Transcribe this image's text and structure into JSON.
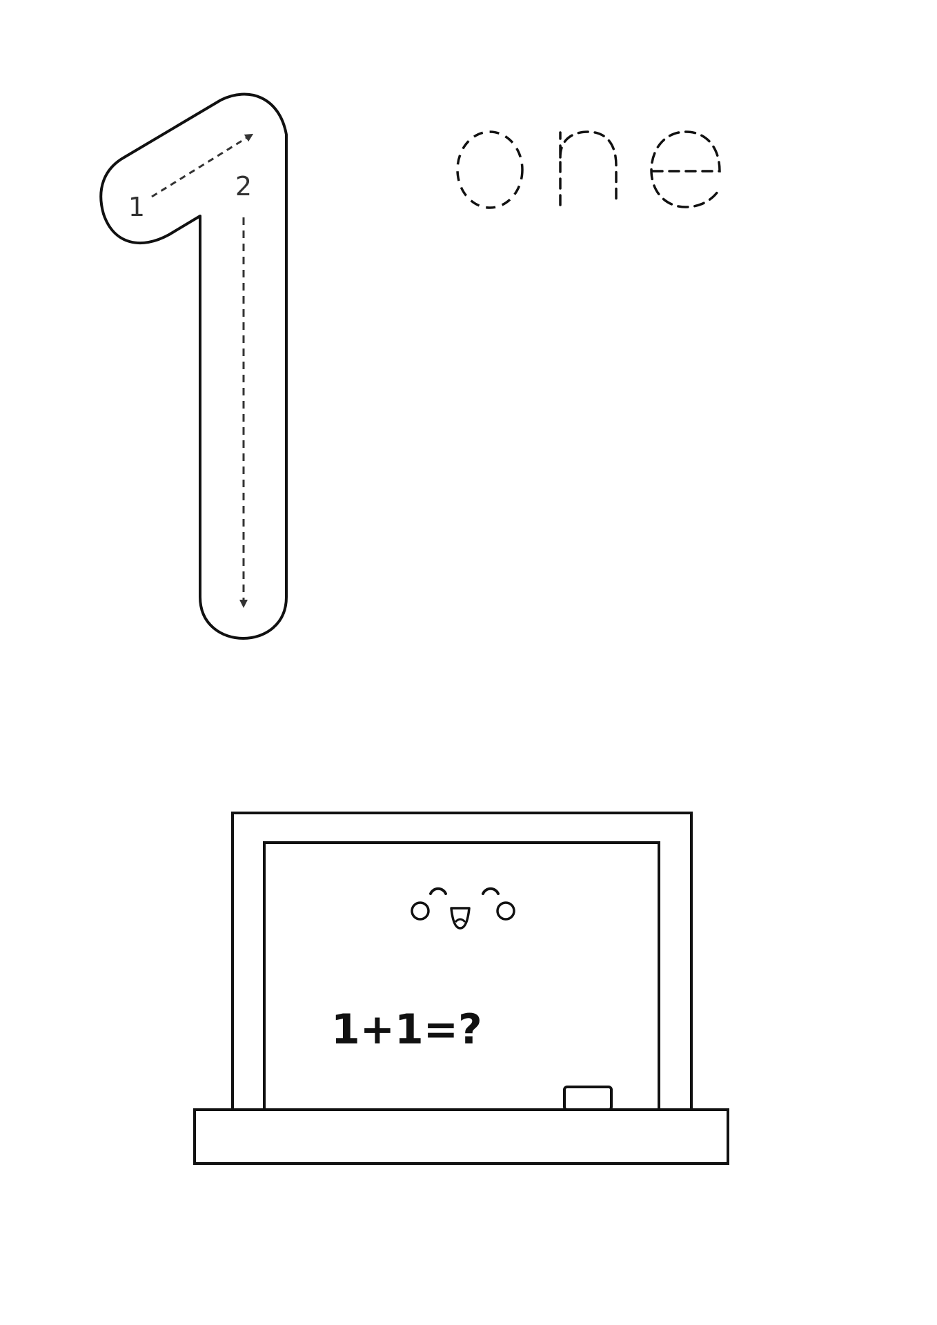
{
  "worksheet": {
    "stroke_order": {
      "step_one": "1",
      "step_two": "2"
    },
    "word": "one",
    "chalkboard": {
      "equation": "1+1=?"
    }
  },
  "icons": {
    "big_numeral": "numeral-one-outline",
    "chalkboard": "chalkboard-icon",
    "face": "smiling-face-icon",
    "chalk": "chalk-piece-icon"
  },
  "colors": {
    "ink": "#111111",
    "guide": "#333333",
    "background": "#ffffff"
  }
}
